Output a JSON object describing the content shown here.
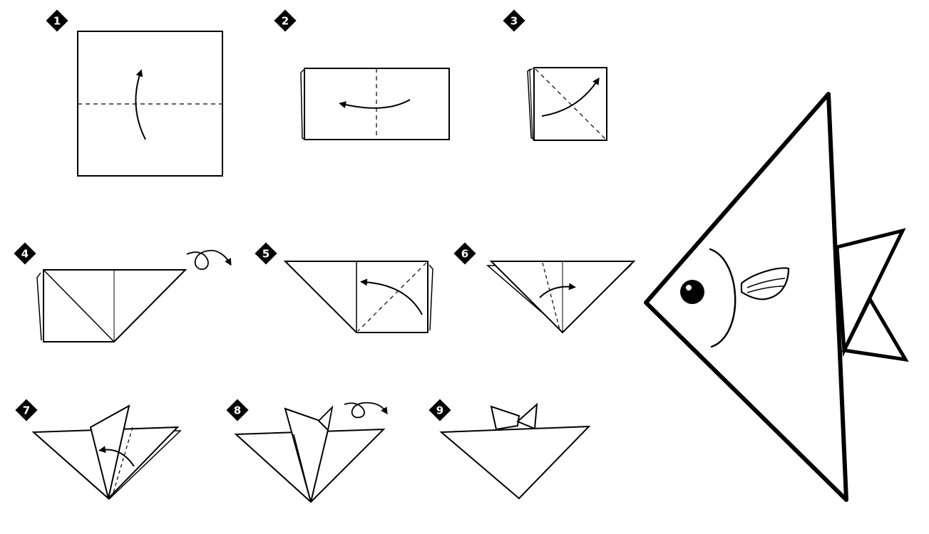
{
  "steps": [
    {
      "number": "1"
    },
    {
      "number": "2"
    },
    {
      "number": "3"
    },
    {
      "number": "4"
    },
    {
      "number": "5"
    },
    {
      "number": "6"
    },
    {
      "number": "7"
    },
    {
      "number": "8"
    },
    {
      "number": "9"
    }
  ],
  "colors": {
    "ink": "#000000",
    "paper": "#ffffff"
  },
  "icons": [
    "step-badge-icon",
    "fold-arrow-icon",
    "flip-over-icon",
    "fold-line-dashed"
  ]
}
